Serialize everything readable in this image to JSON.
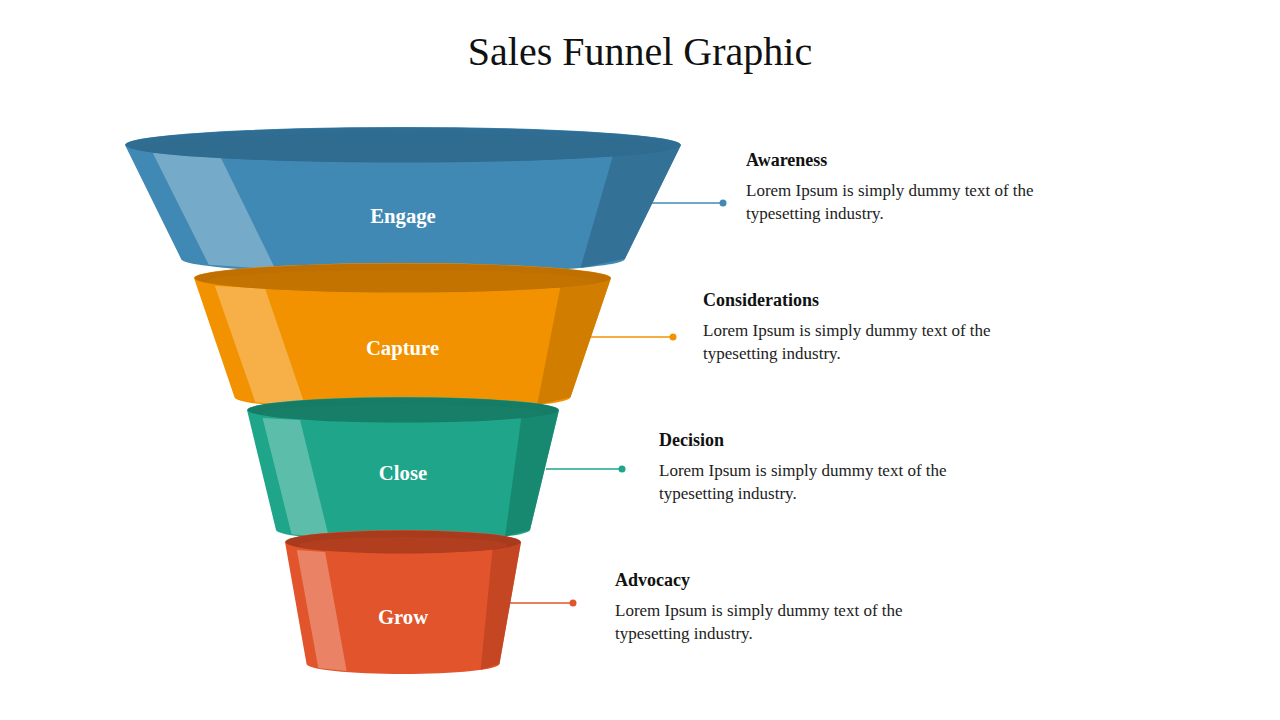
{
  "diagram": {
    "title": "Sales Funnel Graphic",
    "nodes": [
      {
        "text": [
          "Engage"
        ]
      },
      {
        "text": [
          "Capture"
        ]
      },
      {
        "text": [
          "Close"
        ]
      },
      {
        "text": [
          "Grow"
        ]
      }
    ],
    "labels": [
      "Awareness",
      "Lorem Ipsum is simply dummy text of the typesetting industry.",
      "Considerations",
      "Lorem Ipsum is simply dummy text of the typesetting industry.",
      "Decision",
      "Lorem Ipsum is simply dummy text of the typesetting industry.",
      "Advocacy",
      "Lorem Ipsum is simply dummy text of the typesetting industry."
    ]
  }
}
